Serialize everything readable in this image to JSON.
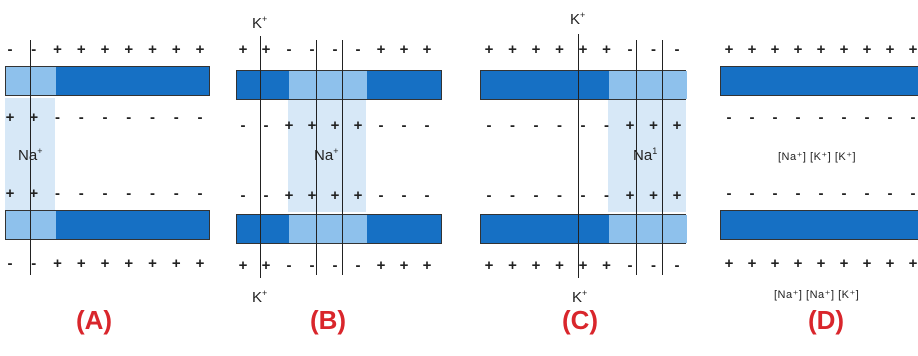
{
  "panels": [
    {
      "id": "A",
      "label": "(A)",
      "channel_label": "Na",
      "channel_sup": "+"
    },
    {
      "id": "B",
      "label": "(B)",
      "channel_label": "Na",
      "channel_sup": "+",
      "top_ion": "K",
      "top_ion_sup": "+",
      "bottom_ion": "K",
      "bottom_ion_sup": "+"
    },
    {
      "id": "C",
      "label": "(C)",
      "channel_label": "Na",
      "channel_sup": "1",
      "top_ion": "K",
      "top_ion_sup": "+",
      "bottom_ion": "K",
      "bottom_ion_sup": "+"
    },
    {
      "id": "D",
      "label": "(D)",
      "conc_inside": "[Na⁺] [K⁺] [K⁺]",
      "conc_outside": "[Na⁺] [Na⁺] [K⁺]"
    }
  ],
  "charges": {
    "plus": "+",
    "minus": "-"
  },
  "colors": {
    "membrane": "#1670c4",
    "depolarized": "#8ec1ec",
    "channel": "#d7e8f7",
    "letter": "#d9262c"
  }
}
